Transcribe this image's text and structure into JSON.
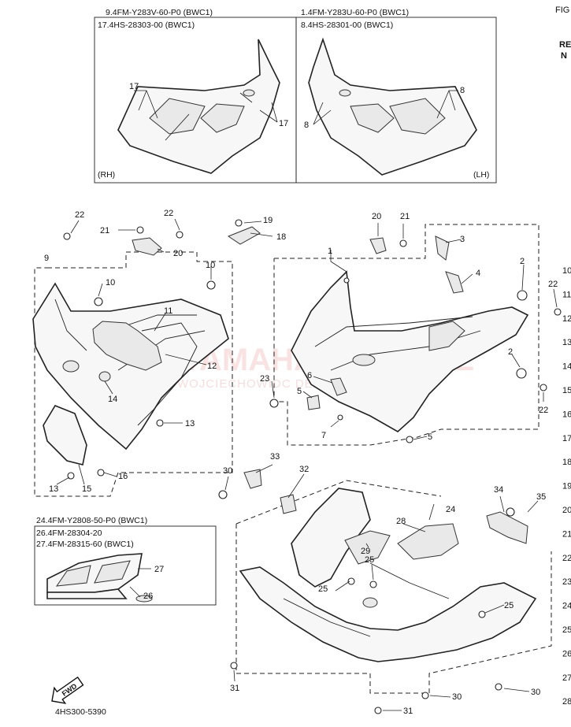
{
  "header": {
    "figure_title": "FIG"
  },
  "sidebar": {
    "ref_header": "RE",
    "no_header": "N",
    "row_numbers": [
      "10",
      "11",
      "12",
      "13",
      "14",
      "15",
      "16",
      "17",
      "18",
      "19",
      "20",
      "21",
      "22",
      "23",
      "24",
      "25",
      "26",
      "27",
      "28"
    ]
  },
  "inset_top_right_side": {
    "line1": "9.4FM-Y283V-60-P0 (BWC1)",
    "line2": "17.4HS-28303-00 (BWC1)",
    "side": "(RH)"
  },
  "inset_top_left_side": {
    "line1": "1.4FM-Y283U-60-P0 (BWC1)",
    "line2": "8.4HS-28301-00 (BWC1)",
    "side": "(LH)"
  },
  "inset_bottom": {
    "line1": "24.4FM-Y2808-50-P0 (BWC1)",
    "line2": "26.4FM-28304-20",
    "line3": "27.4FM-28315-60 (BWC1)"
  },
  "fwd_arrow": "FWD",
  "diagram_code": "4HS300-5390",
  "watermark": {
    "main": "YAMAHA SKLEP.PL",
    "sub": "WOJCIECHOWIDC DEALER YAMAHA"
  },
  "callouts": {
    "rh_inset": [
      "17",
      "17"
    ],
    "lh_inset": [
      "8",
      "8"
    ],
    "right_cowl_group": [
      "9",
      "22",
      "21",
      "20",
      "22",
      "10",
      "19",
      "18",
      "10",
      "11",
      "12",
      "14",
      "13",
      "13",
      "15",
      "16"
    ],
    "left_cowl_group": [
      "1",
      "20",
      "21",
      "3",
      "4",
      "2",
      "22",
      "2",
      "22",
      "23",
      "5",
      "6",
      "7",
      "5"
    ],
    "under_cowl_group": [
      "30",
      "33",
      "32",
      "24",
      "28",
      "29",
      "34",
      "35",
      "25",
      "25",
      "25",
      "31",
      "31",
      "30",
      "30"
    ],
    "bottom_inset": [
      "27",
      "26"
    ]
  }
}
